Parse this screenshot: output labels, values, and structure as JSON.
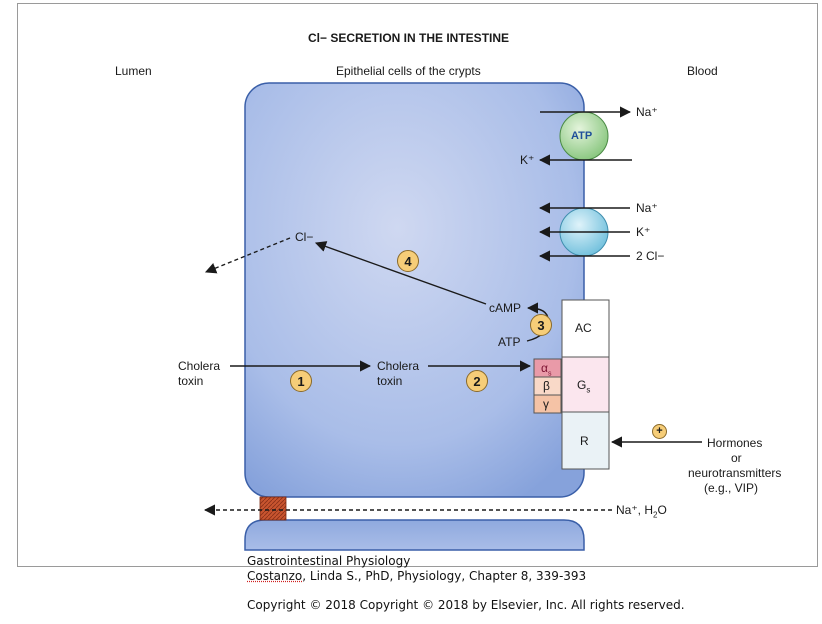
{
  "title": "Cl− SECRETION IN THE INTESTINE",
  "regions": {
    "lumen": "Lumen",
    "cells": "Epithelial cells of the crypts",
    "blood": "Blood"
  },
  "pump": {
    "atp_label": "ATP",
    "na_out": "Na⁺",
    "k_in": "K⁺"
  },
  "cotransporter": {
    "na": "Na⁺",
    "k": "K⁺",
    "cl": "2 Cl−"
  },
  "intracellular": {
    "cl": "Cl−",
    "camp": "cAMP",
    "atp": "ATP",
    "cholera_toxin_inside_1": "Cholera",
    "cholera_toxin_inside_2": "toxin"
  },
  "lumen_toxin": {
    "line1": "Cholera",
    "line2": "toxin"
  },
  "membrane_complex": {
    "ac": "AC",
    "gs": "G",
    "gs_sub": "s",
    "r": "R",
    "alpha": "α",
    "alpha_sub": "s",
    "beta": "β",
    "gamma": "γ"
  },
  "steps": [
    "1",
    "2",
    "3",
    "4"
  ],
  "hormones": {
    "plus": "+",
    "line1": "Hormones",
    "line2": "or",
    "line3": "neurotransmitters",
    "line4": "(e.g., VIP)"
  },
  "paracellular": {
    "label_pre": "Na⁺, H",
    "label_sub": "2",
    "label_post": "O"
  },
  "caption": {
    "line1": "Gastrointestinal Physiology",
    "line2a": "Costanzo",
    "line2b": ", Linda S., PhD, Physiology, Chapter 8, 339-393",
    "copyright": "Copyright ©  2018   Copyright © 2018 by Elsevier, Inc. All rights reserved."
  },
  "colors": {
    "cell_fill_center": "#c8d2ee",
    "cell_fill_edge": "#7d9bd6",
    "cell_stroke": "#3a5fa8",
    "pump": "#a8d8a0",
    "cotransporter": "#8fd0e6",
    "step_badge": "#f6cd78",
    "tight_junction": "#c8552f"
  }
}
